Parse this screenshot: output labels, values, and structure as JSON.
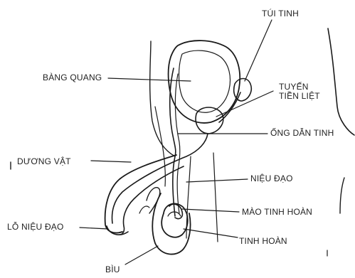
{
  "labels": {
    "tui_tinh": "TÚI TINH",
    "bang_quang": "BÀNG QUANG",
    "tuyen_tien_liet": "TUYẾN TIỀN LIỆT",
    "tuyen_line1": "TUYẾN",
    "tuyen_line2": "TIỀN LIỆT",
    "ong_dan_tinh": "ỐNG DẪN TINH",
    "duong_vat": "DƯƠNG VẬT",
    "nieu_dao": "NIỆU ĐẠO",
    "mao_tinh_hoan": "MÀO TINH HOÀN",
    "lo_nieu_dao": "LỖ NIỆU ĐẠO",
    "tinh_hoan": "TINH HOÀN",
    "biu": "BÌU"
  },
  "style": {
    "line_color": "#1a1a1a",
    "text_color": "#222222",
    "background": "#ffffff"
  }
}
